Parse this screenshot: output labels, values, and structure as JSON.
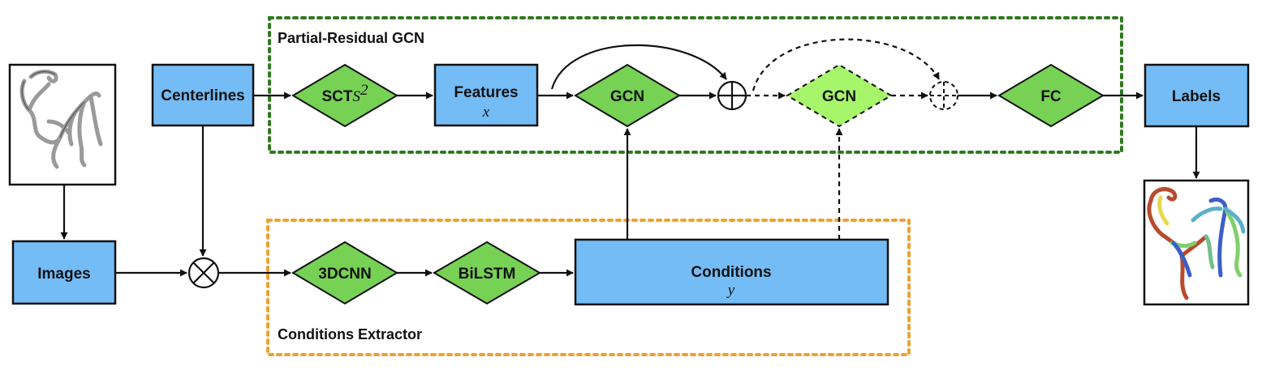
{
  "regions": {
    "partial_residual_title": "Partial-Residual GCN",
    "conditions_extractor_title": "Conditions Extractor"
  },
  "nodes": {
    "centerlines": "Centerlines",
    "images": "Images",
    "sct_prefix": "SCT",
    "sct_symbol": "S",
    "sct_superscript": "2",
    "features": "Features",
    "features_var": "x",
    "gcn_1": "GCN",
    "gcn_2": "GCN",
    "fc": "FC",
    "labels": "Labels",
    "cnn3d": "3DCNN",
    "bilstm": "BiLSTM",
    "conditions": "Conditions",
    "conditions_var": "y"
  },
  "colors": {
    "box_blue": "#74bcf6",
    "diamond_green": "#77d155",
    "diamond_light_green": "#a6f56b",
    "gcn_region_border": "#2f7a1f",
    "conditions_region_border": "#f0a030"
  },
  "icons": {
    "input_image": "vessel-tree-grey-icon",
    "output_image": "vessel-tree-colored-icon",
    "multiply": "circled-times-icon",
    "add": "circled-plus-icon"
  }
}
